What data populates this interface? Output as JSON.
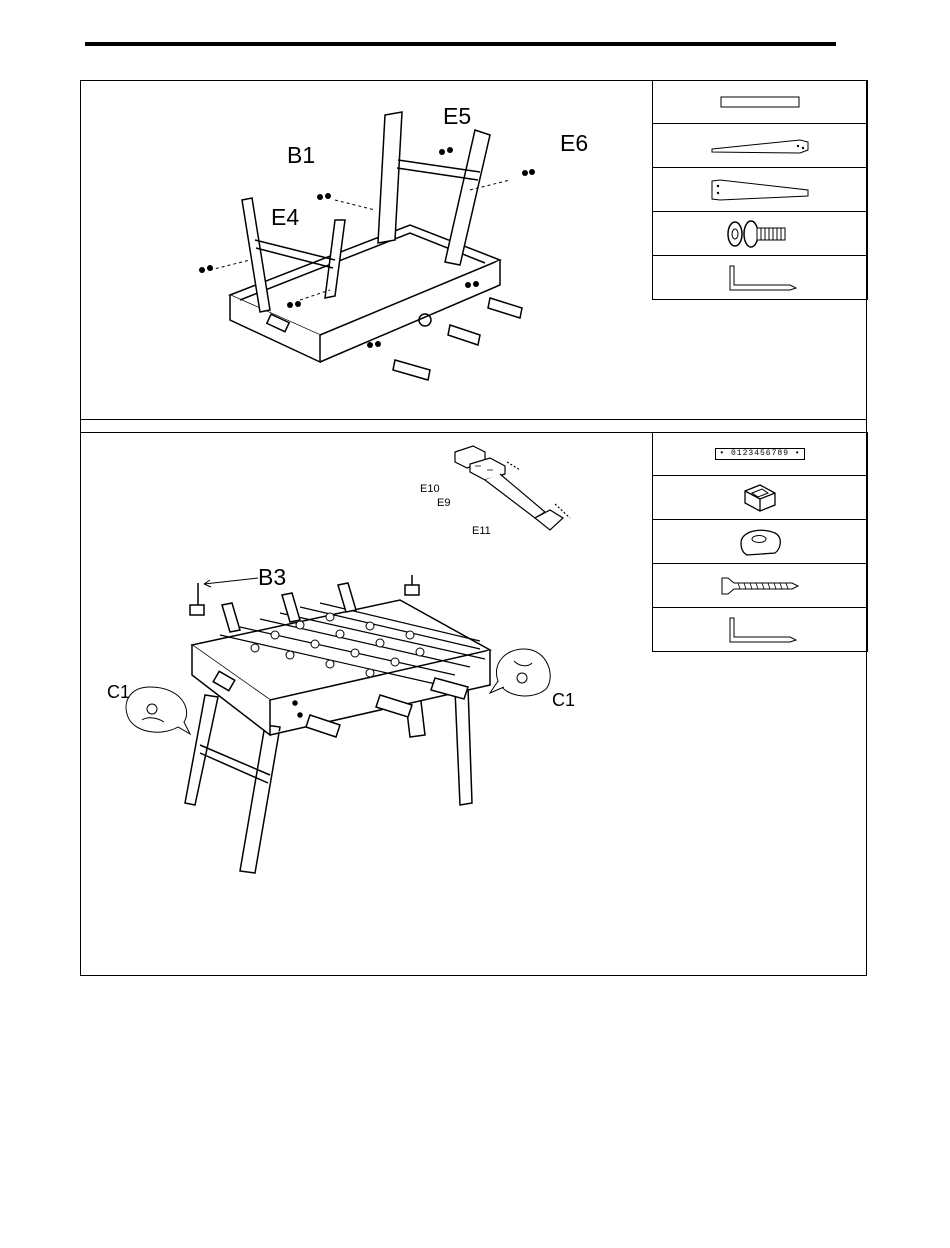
{
  "step1": {
    "labels": {
      "e5": "E5",
      "e6": "E6",
      "b1": "B1",
      "e4": "E4"
    }
  },
  "step2": {
    "labels": {
      "e10": "E10",
      "e9": "E9",
      "e11": "E11",
      "b3": "B3",
      "c1_left": "C1",
      "c1_right": "C1"
    }
  },
  "parts_step2": {
    "ruler_text": "0123456789"
  }
}
